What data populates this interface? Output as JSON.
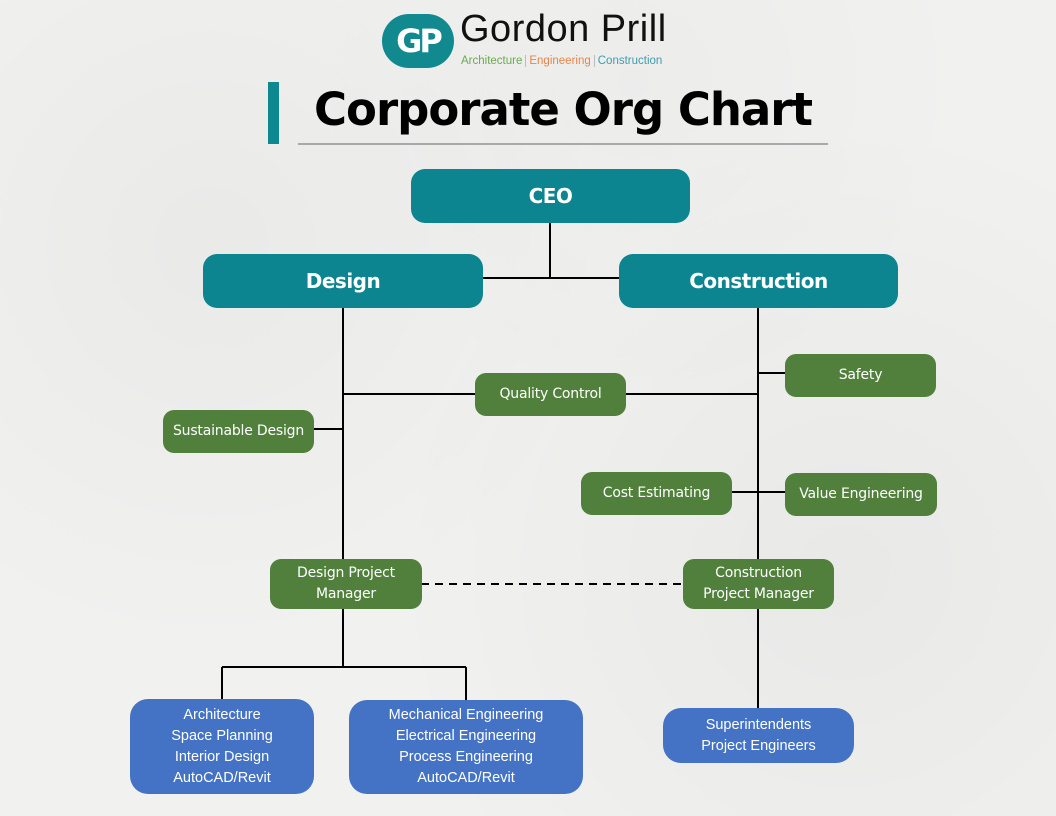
{
  "logo": {
    "mark": "GP",
    "name": "Gordon Prill",
    "tagline": [
      {
        "text": "Architecture",
        "color": "#6aaa4f"
      },
      {
        "text": "Engineering",
        "color": "#e8844c"
      },
      {
        "text": "Construction",
        "color": "#3f9cae"
      }
    ]
  },
  "title": "Corporate Org Chart",
  "colors": {
    "executive": "#0c8590",
    "department": "#50803b",
    "team": "#4472c4",
    "connector": "#000000"
  },
  "nodes": {
    "ceo": {
      "label": "CEO"
    },
    "design": {
      "label": "Design"
    },
    "construction": {
      "label": "Construction"
    },
    "quality_control": {
      "label": "Quality Control"
    },
    "sustainable_design": {
      "label": "Sustainable Design"
    },
    "safety": {
      "label": "Safety"
    },
    "cost_estimating": {
      "label": "Cost Estimating"
    },
    "value_engineering": {
      "label": "Value Engineering"
    },
    "design_pm": {
      "lines": [
        "Design Project",
        "Manager"
      ]
    },
    "construction_pm": {
      "lines": [
        "Construction",
        "Project Manager"
      ]
    },
    "architecture_team": {
      "lines": [
        "Architecture",
        "Space Planning",
        "Interior Design",
        "AutoCAD/Revit"
      ]
    },
    "engineering_team": {
      "lines": [
        "Mechanical Engineering",
        "Electrical Engineering",
        "Process Engineering",
        "AutoCAD/Revit"
      ]
    },
    "field_team": {
      "lines": [
        "Superintendents",
        "Project Engineers"
      ]
    }
  },
  "edges": [
    {
      "from": "ceo",
      "to": "design",
      "style": "solid"
    },
    {
      "from": "ceo",
      "to": "construction",
      "style": "solid"
    },
    {
      "from": "design",
      "to": "quality_control",
      "style": "solid"
    },
    {
      "from": "construction",
      "to": "quality_control",
      "style": "solid"
    },
    {
      "from": "design",
      "to": "sustainable_design",
      "style": "solid"
    },
    {
      "from": "construction",
      "to": "safety",
      "style": "solid"
    },
    {
      "from": "construction",
      "to": "cost_estimating",
      "style": "solid"
    },
    {
      "from": "construction",
      "to": "value_engineering",
      "style": "solid"
    },
    {
      "from": "design",
      "to": "design_pm",
      "style": "solid"
    },
    {
      "from": "construction",
      "to": "construction_pm",
      "style": "solid"
    },
    {
      "from": "design_pm",
      "to": "construction_pm",
      "style": "dashed"
    },
    {
      "from": "design_pm",
      "to": "architecture_team",
      "style": "solid"
    },
    {
      "from": "design_pm",
      "to": "engineering_team",
      "style": "solid"
    },
    {
      "from": "construction_pm",
      "to": "field_team",
      "style": "solid"
    }
  ]
}
